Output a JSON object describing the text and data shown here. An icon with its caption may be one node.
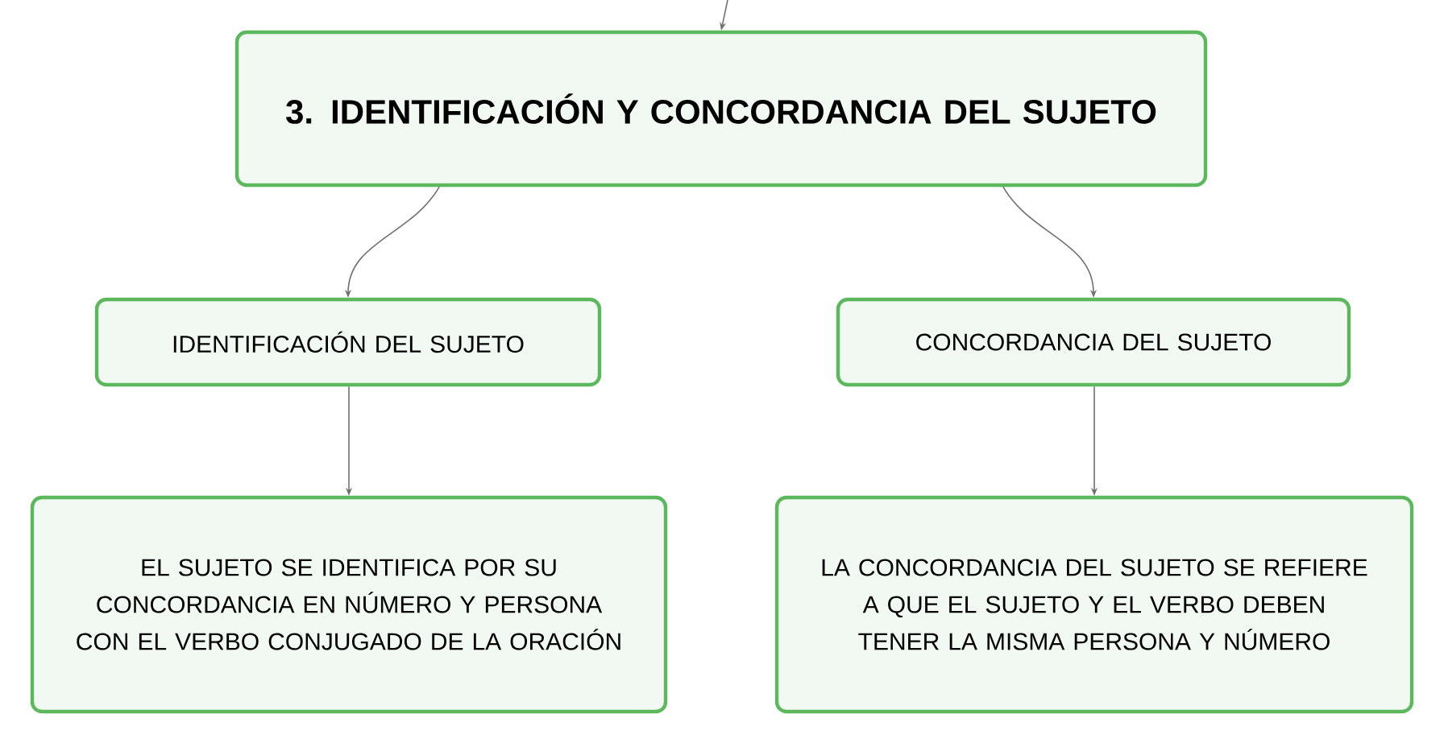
{
  "diagram": {
    "nodes": [
      {
        "text": [
          "3. IDENTIFICACIÓN Y CONCORDANCIA DEL SUJETO"
        ]
      },
      {
        "text": [
          "IDENTIFICACIÓN DEL SUJETO"
        ]
      },
      {
        "text": [
          "CONCORDANCIA DEL SUJETO"
        ]
      },
      {
        "text": [
          "EL SUJETO SE IDENTIFICA POR SU CONCORDANCIA EN NÚMERO Y PERSONA CON EL VERBO CONJUGADO DE LA ORACIÓN"
        ]
      },
      {
        "text": [
          "LA CONCORDANCIA DEL SUJETO SE REFIERE A QUE EL SUJETO Y EL VERBO DEBEN TENER LA MISMA PERSONA Y NÚMERO"
        ]
      }
    ],
    "edges": [
      {
        "from": null,
        "to": 0,
        "arrow": "to"
      },
      {
        "from": 0,
        "to": 1,
        "arrow": "to"
      },
      {
        "from": 0,
        "to": 2,
        "arrow": "to"
      },
      {
        "from": 1,
        "to": 3,
        "arrow": "to"
      },
      {
        "from": 2,
        "to": 4,
        "arrow": "to"
      }
    ]
  }
}
